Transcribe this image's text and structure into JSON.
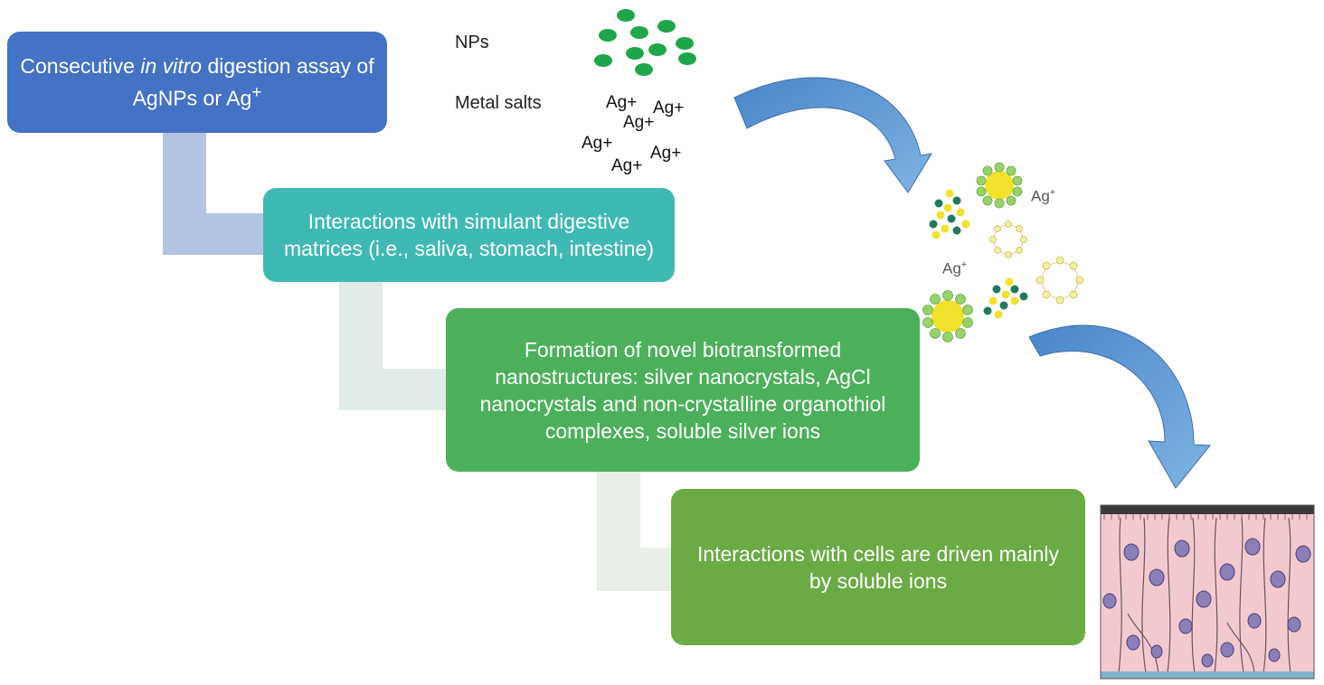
{
  "steps": [
    {
      "before": "Consecutive ",
      "em": "in vitro",
      "after": " digestion assay of AgNPs or Ag",
      "sup": "+"
    },
    {
      "text": "Interactions with simulant digestive matrices (i.e., saliva, stomach, intestine)"
    },
    {
      "text": "Formation of novel biotransformed nanostructures: silver nanocrystals, AgCl nanocrystals and non-crystalline organothiol complexes, soluble silver ions"
    },
    {
      "text": "Interactions with cells are driven mainly by soluble ions"
    }
  ],
  "legend": {
    "nps_label": "NPs",
    "salts_label": "Metal salts",
    "ion_label": "Ag+"
  },
  "biotransformed": {
    "ion_base": "Ag",
    "ion_sup": "+"
  },
  "colors": {
    "step1": "#4472c4",
    "step2": "#3fb9b4",
    "step3": "#4cb05a",
    "step4": "#6aab45",
    "connector1": "#b4c3e3",
    "connector2": "#e1ece6",
    "connector3": "#e9efe8",
    "np_green": "#1fa64b",
    "arrow": "#5b9bd5"
  }
}
